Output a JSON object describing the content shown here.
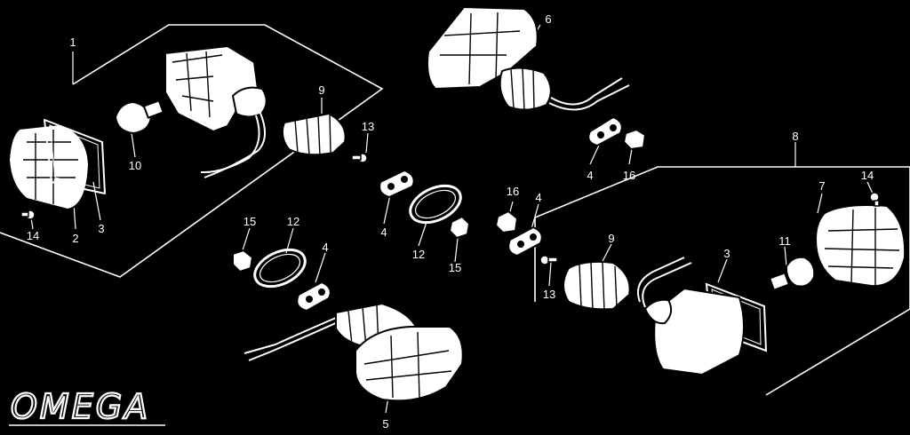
{
  "brand": {
    "logo_text": "OMEGA"
  },
  "callouts": [
    {
      "id": "c1",
      "text": "1"
    },
    {
      "id": "c2",
      "text": "2"
    },
    {
      "id": "c3l",
      "text": "3"
    },
    {
      "id": "c4a",
      "text": "4"
    },
    {
      "id": "c4b",
      "text": "4"
    },
    {
      "id": "c4c",
      "text": "4"
    },
    {
      "id": "c4d",
      "text": "4"
    },
    {
      "id": "c5",
      "text": "5"
    },
    {
      "id": "c6",
      "text": "6"
    },
    {
      "id": "c7",
      "text": "7"
    },
    {
      "id": "c8",
      "text": "8"
    },
    {
      "id": "c9a",
      "text": "9"
    },
    {
      "id": "c9b",
      "text": "9"
    },
    {
      "id": "c10",
      "text": "10"
    },
    {
      "id": "c11",
      "text": "11"
    },
    {
      "id": "c12a",
      "text": "12"
    },
    {
      "id": "c12b",
      "text": "12"
    },
    {
      "id": "c13a",
      "text": "13"
    },
    {
      "id": "c13b",
      "text": "13"
    },
    {
      "id": "c14a",
      "text": "14"
    },
    {
      "id": "c14b",
      "text": "14"
    },
    {
      "id": "c15a",
      "text": "15"
    },
    {
      "id": "c15b",
      "text": "15"
    },
    {
      "id": "c16a",
      "text": "16"
    },
    {
      "id": "c16b",
      "text": "16"
    },
    {
      "id": "c3r",
      "text": "3"
    }
  ]
}
